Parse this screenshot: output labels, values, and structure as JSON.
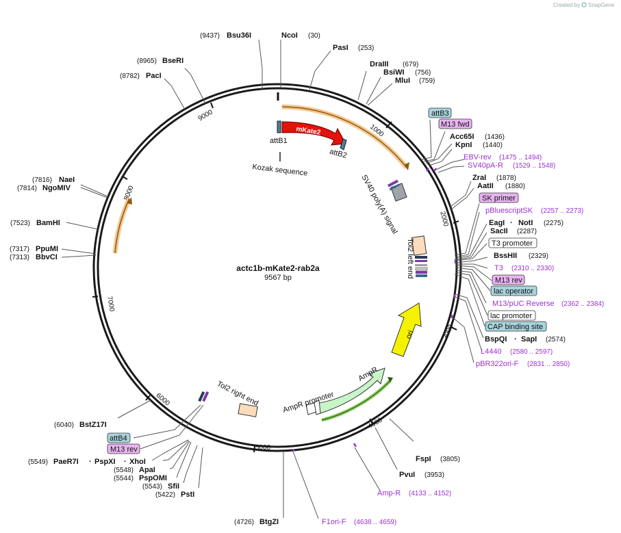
{
  "watermark": {
    "prefix": "Created by",
    "brand": "SnapGene"
  },
  "plasmid": {
    "name": "actc1b-mKate2-rab2a",
    "length_label": "9567 bp"
  },
  "ticks": [
    "1000",
    "2000",
    "3000",
    "4000",
    "5000",
    "6000",
    "7000",
    "8000",
    "9000"
  ],
  "enzymes": {
    "bsu36i": {
      "name": "Bsu36I",
      "pos": "(9437)"
    },
    "ncoi": {
      "name": "NcoI",
      "pos": "(30)"
    },
    "pasi": {
      "name": "PasI",
      "pos": "(253)"
    },
    "bseri": {
      "name": "BseRI",
      "pos": "(8965)"
    },
    "paci": {
      "name": "PacI",
      "pos": "(8782)"
    },
    "draiii": {
      "name": "DraIII",
      "pos": "(679)"
    },
    "bsiwi": {
      "name": "BsiWI",
      "pos": "(756)"
    },
    "mlui": {
      "name": "MluI",
      "pos": "(759)"
    },
    "acc65i": {
      "name": "Acc65I",
      "pos": "(1436)"
    },
    "kpni": {
      "name": "KpnI",
      "pos": "(1440)"
    },
    "zrai": {
      "name": "ZraI",
      "pos": "(1878)"
    },
    "aatii": {
      "name": "AatII",
      "pos": "(1880)"
    },
    "eagi": {
      "name": "EagI",
      "sep": "·",
      "name2": "NotI",
      "pos": "(2275)"
    },
    "sacii": {
      "name": "SacII",
      "pos": "(2287)"
    },
    "bsshii": {
      "name": "BssHII",
      "pos": "(2329)"
    },
    "bspqi": {
      "name": "BspQI",
      "sep": "· ",
      "name2": "SapI",
      "pos": "(2574)"
    },
    "naei": {
      "name": "NaeI",
      "pos": "(7816)"
    },
    "ngomiv": {
      "name": "NgoMIV",
      "pos": "(7814)"
    },
    "bamhi": {
      "name": "BamHI",
      "pos": "(7523)"
    },
    "ppumi": {
      "name": "PpuMI",
      "pos": "(7317)"
    },
    "bbvci": {
      "name": "BbvCI",
      "pos": "(7313)"
    },
    "bstz17i": {
      "name": "BstZ17I",
      "pos": "(6040)"
    },
    "paer7i": {
      "name": "PaeR7I",
      "pos": "(5549)",
      "sep1": "· ",
      "name2": "PspXI",
      "sep2": "· ",
      "name3": "XhoI"
    },
    "apai": {
      "name": "ApaI",
      "pos": "(5548)"
    },
    "pspomi": {
      "name": "PspOMI",
      "pos": "(5544)"
    },
    "sfii": {
      "name": "SfiI",
      "pos": "(5543)"
    },
    "psti": {
      "name": "PstI",
      "pos": "(5422)"
    },
    "btgzi": {
      "name": "BtgZI",
      "pos": "(4726)"
    },
    "fspi": {
      "name": "FspI",
      "pos": "(3805)"
    },
    "pvui": {
      "name": "PvuI",
      "pos": "(3953)"
    }
  },
  "primers": {
    "ebv_rev": {
      "name": "EBV-rev",
      "range": "(1475 .. 1494)"
    },
    "sv40pa_r": {
      "name": "SV40pA-R",
      "range": "(1529 .. 1548)"
    },
    "pbluescriptsk": {
      "name": "pBluescriptSK",
      "range": "(2257 .. 2273)"
    },
    "t3": {
      "name": "T3",
      "range": "(2310 .. 2330)"
    },
    "m13puc_rev": {
      "name": "M13/pUC Reverse",
      "range": "(2362 .. 2384)"
    },
    "l4440": {
      "name": "L4440",
      "range": "(2580 .. 2597)"
    },
    "pbr322ori_f": {
      "name": "pBR322ori-F",
      "range": "(2831 .. 2850)"
    },
    "amp_r": {
      "name": "Amp-R",
      "range": "(4133 .. 4152)"
    },
    "f1ori_f": {
      "name": "F1ori-F",
      "range": "(4638 .. 4659)"
    }
  },
  "boxed_features": {
    "attb3": "attB3",
    "m13fwd": "M13 fwd",
    "sk_primer": "SK primer",
    "t3_promoter": "T3 promoter",
    "m13_rev": "M13 rev",
    "lac_operator": "lac operator",
    "lac_promoter": "lac promoter",
    "cap_site": "CAP binding site",
    "attb4": "attB4",
    "m13rev_left": "M13 rev"
  },
  "features": {
    "mkate2": "mKate2",
    "attb1": "attB1",
    "attb2": "attB2",
    "kozak": "Kozak sequence",
    "sv40": "SV40 poly(A) signal",
    "tol2_left": "Tol2 left end",
    "tol2_right": "Tol2 right end",
    "ori": "ori",
    "ampr": "AmpR",
    "ampr_promoter": "AmpR promoter"
  },
  "colors": {
    "primer": "#9b30d0",
    "mkate2": "#e3120b",
    "ampr": "#c8f0c8",
    "ori": "#f5f200",
    "sv40": "#a0a4a8",
    "tol2": "#fcdcbc",
    "box_blue": "#a8d4dc",
    "box_pink": "#e8b4f0",
    "orange_arc": "#f0b060"
  }
}
